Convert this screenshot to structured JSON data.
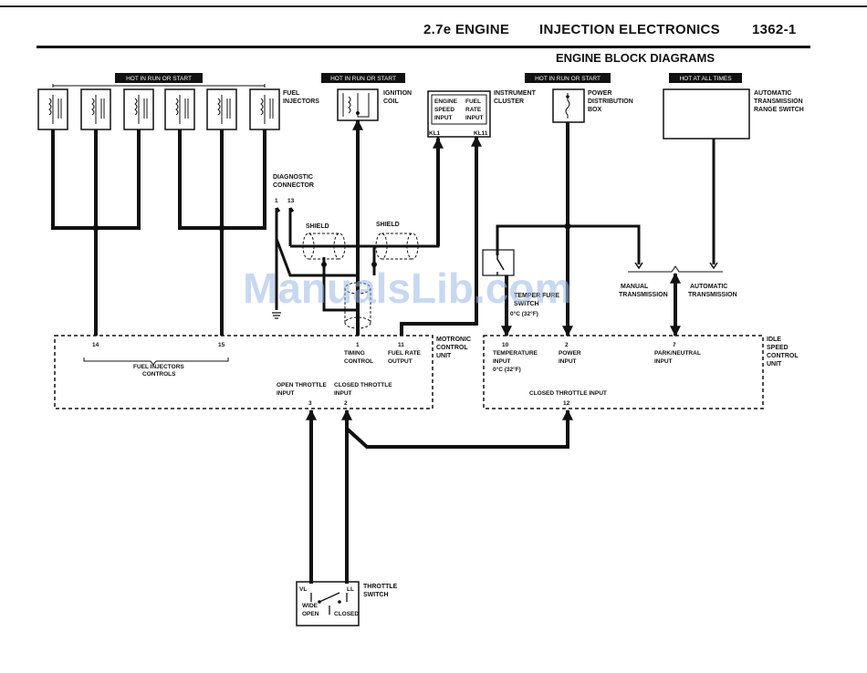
{
  "header": {
    "engine": "2.7e ENGINE",
    "section": "INJECTION ELECTRONICS",
    "page": "1362-1",
    "subtitle": "ENGINE BLOCK DIAGRAMS"
  },
  "hot_labels": {
    "injectors": "HOT IN RUN OR START",
    "coil": "HOT IN RUN OR START",
    "power": "HOT IN RUN OR START",
    "trans": "HOT AT ALL TIMES"
  },
  "components": {
    "fuel_injectors": [
      "FUEL",
      "INJECTORS"
    ],
    "ignition_coil": [
      "IGNITION",
      "COIL"
    ],
    "instrument_cluster": [
      "INSTRUMENT",
      "CLUSTER"
    ],
    "cluster_engine_speed": [
      "ENGINE",
      "SPEED",
      "INPUT"
    ],
    "cluster_fuel_rate": [
      "FUEL",
      "RATE",
      "INPUT"
    ],
    "cluster_pins": [
      "KL1",
      "KL11"
    ],
    "power_box": [
      "POWER",
      "DISTRIBUTION",
      "BOX"
    ],
    "trans_switch": [
      "AUTOMATIC",
      "TRANSMISSION",
      "RANGE SWITCH"
    ],
    "diagnostic": [
      "DIAGNOSTIC",
      "CONNECTOR"
    ],
    "diag_pins": [
      "1",
      "13"
    ],
    "shield": "SHIELD",
    "temp_switch": [
      "TEMPER",
      "FURE",
      "SWITCH",
      "0°C (32°F)"
    ],
    "manual_trans": [
      "MANUAL",
      "TRANSMISSION"
    ],
    "auto_trans": [
      "AUTOMATIC",
      "TRANSMISSION"
    ],
    "motronic": [
      "MOTRONIC",
      "CONTROL",
      "UNIT"
    ],
    "idle_unit": [
      "IDLE",
      "SPEED",
      "CONTROL",
      "UNIT"
    ],
    "throttle_switch": [
      "THROTTLE",
      "SWITCH"
    ],
    "throttle_pins": [
      "VL",
      "LL"
    ],
    "wide_open": [
      "WIDE",
      "OPEN"
    ],
    "closed": "CLOSED"
  },
  "motronic_pins": {
    "p14": "14",
    "p15": "15",
    "fuel_controls": [
      "FUEL INJECTORS",
      "CONTROLS"
    ],
    "p1": "1",
    "timing": [
      "TIMING",
      "CONTROL"
    ],
    "p11": "11",
    "fuel_rate": [
      "FUEL RATE",
      "OUTPUT"
    ],
    "open_throttle": [
      "OPEN THROTTLE",
      "INPUT"
    ],
    "closed_throttle": [
      "CLOSED THROTTLE",
      "INPUT"
    ],
    "p3": "3",
    "p2": "2"
  },
  "idle_pins": {
    "p10": "10",
    "temp": [
      "TEMPERATURE",
      "INPUT",
      "0°C (32°F)"
    ],
    "p2": "2",
    "power": [
      "POWER",
      "INPUT"
    ],
    "p7": "7",
    "park": [
      "PARK/NEUTRAL",
      "INPUT"
    ],
    "closed_throttle": "CLOSED THROTTLE INPUT",
    "p12": "12"
  },
  "watermark": "ManualsLib.com"
}
